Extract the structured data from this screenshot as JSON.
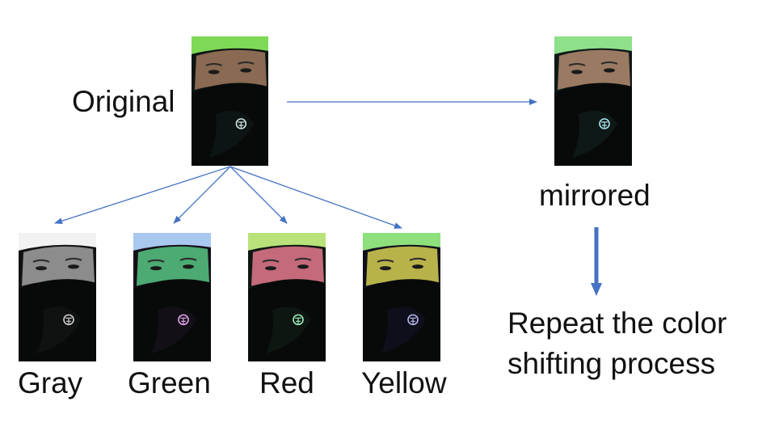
{
  "labels": {
    "original": "Original",
    "mirrored": "mirrored",
    "gray": "Gray",
    "green": "Green",
    "red": "Red",
    "yellow": "Yellow",
    "repeat_line1": "Repeat the color",
    "repeat_line2": "shifting process"
  },
  "colors": {
    "arrow": "#4472c4",
    "thick_arrow": "#4472c4",
    "text": "#111111"
  },
  "photos": [
    {
      "id": "original",
      "tint": "original",
      "hat": "#7ed957",
      "skin": "#8a6a52",
      "mask": "#0d1614",
      "symbol": "#cfe6e0"
    },
    {
      "id": "mirrored",
      "tint": "mirrored",
      "hat": "#8fe08a",
      "skin": "#9a7a62",
      "mask": "#0f1a18",
      "symbol": "#a8e6ee"
    },
    {
      "id": "gray",
      "tint": "gray",
      "hat": "#f2f2f2",
      "skin": "#8c8c8c",
      "mask": "#121212",
      "symbol": "#d0d0d0"
    },
    {
      "id": "green",
      "tint": "green",
      "hat": "#a9c8f0",
      "skin": "#4caa72",
      "mask": "#150f18",
      "symbol": "#e0a6e8"
    },
    {
      "id": "red",
      "tint": "red",
      "hat": "#b8e27a",
      "skin": "#c46a7a",
      "mask": "#0f1712",
      "symbol": "#9ef0c0"
    },
    {
      "id": "yellow",
      "tint": "yellow",
      "hat": "#8ee07c",
      "skin": "#b8b24a",
      "mask": "#0f0f1c",
      "symbol": "#b8b8f0"
    }
  ]
}
